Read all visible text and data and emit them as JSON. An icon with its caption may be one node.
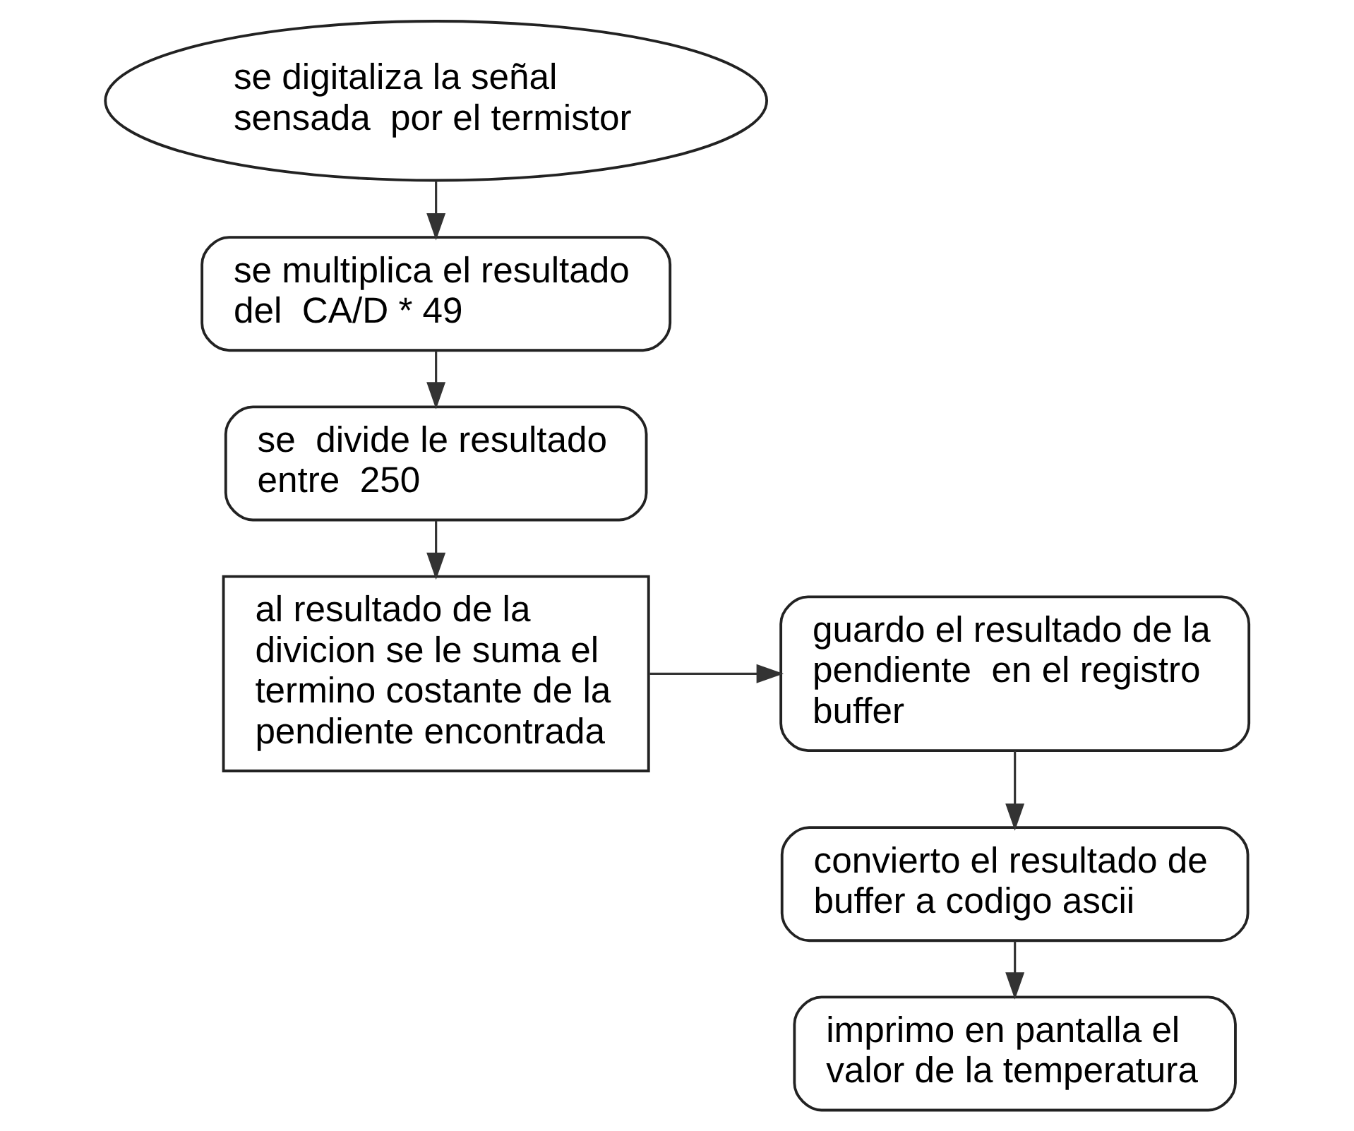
{
  "diagram": {
    "nodes": [
      {
        "text": [
          "se digitaliza la señal sensada  por el termistor"
        ]
      },
      {
        "text": [
          "se multiplica el resultado del  CA/D * 49"
        ]
      },
      {
        "text": [
          "se  divide le resultado entre  250"
        ]
      },
      {
        "text": [
          "al resultado de la divicion se le suma el termino costante de la pendiente encontrada"
        ]
      },
      {
        "text": [
          "guardo el resultado de la pendiente  en el registro buffer"
        ]
      },
      {
        "text": [
          "convierto el resultado de buffer a codigo ascii"
        ]
      },
      {
        "text": [
          "imprimo en pantalla el valor de la temperatura"
        ]
      }
    ],
    "edges": [
      {
        "from": 0,
        "to": 1,
        "arrow": "to"
      },
      {
        "from": 1,
        "to": 2,
        "arrow": "to"
      },
      {
        "from": 2,
        "to": 3,
        "arrow": "to"
      },
      {
        "from": 3,
        "to": 4,
        "arrow": "to"
      },
      {
        "from": 4,
        "to": 5,
        "arrow": "to"
      },
      {
        "from": 5,
        "to": 6,
        "arrow": "to"
      }
    ]
  }
}
